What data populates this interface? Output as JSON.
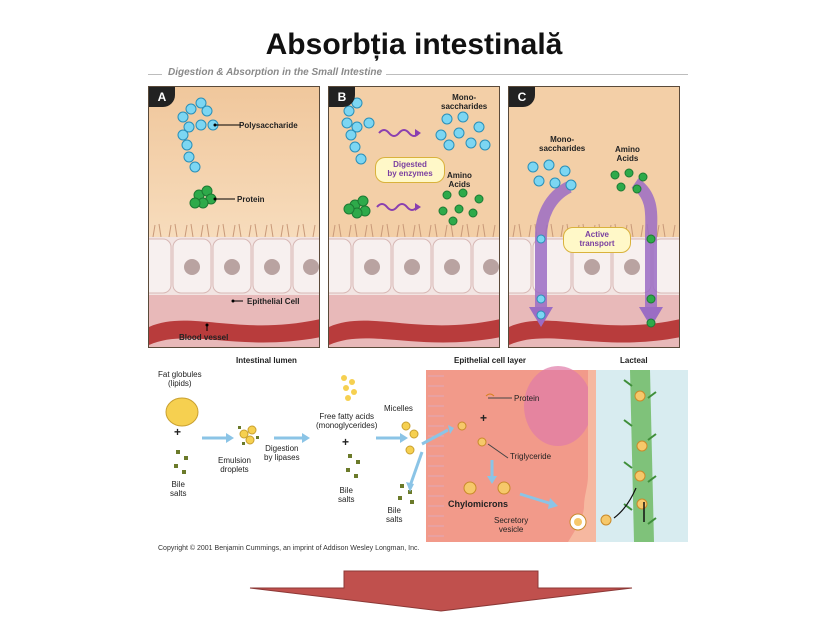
{
  "title": "Absorbția intestinală",
  "figure_header": "Digestion & Absorption in the Small Intestine",
  "panels": {
    "a": {
      "letter": "A",
      "polysaccharide": "Polysaccharide",
      "protein": "Protein",
      "epithelial_cell": "Epithelial Cell",
      "blood_vessel": "Blood vessel"
    },
    "b": {
      "letter": "B",
      "monosaccharides": "Mono-\nsaccharides",
      "digested": "Digested\nby enzymes",
      "amino_acids": "Amino\nAcids"
    },
    "c": {
      "letter": "C",
      "monosaccharides": "Mono-\nsaccharides",
      "amino_acids": "Amino\nAcids",
      "active_transport": "Active\ntransport"
    }
  },
  "fat_diagram": {
    "headers": {
      "lumen": "Intestinal lumen",
      "epithelial": "Epithelial cell layer",
      "lacteal": "Lacteal"
    },
    "fat_globules": "Fat globules\n(lipids)",
    "plus": "+",
    "bile_salts": "Bile\nsalts",
    "emulsion": "Emulsion\ndroplets",
    "digestion": "Digestion\nby lipases",
    "ffa": "Free fatty acids\n(monoglycerides)",
    "micelles": "Micelles",
    "protein": "Protein",
    "triglyceride": "Triglyceride",
    "chylomicrons": "Chylomicrons",
    "secretory": "Secretory\nvesicle"
  },
  "copyright": "Copyright © 2001 Benjamin Cummings, an imprint of Addison Wesley Longman, Inc.",
  "colors": {
    "accent_arrow": "#c0504d",
    "monosaccharide": "#4fc3e8",
    "amino_acid": "#2eaa4a",
    "transport": "#9b6cc4",
    "background_tissue": "#f4d0a8",
    "blood_vessel": "#b83c3c"
  }
}
